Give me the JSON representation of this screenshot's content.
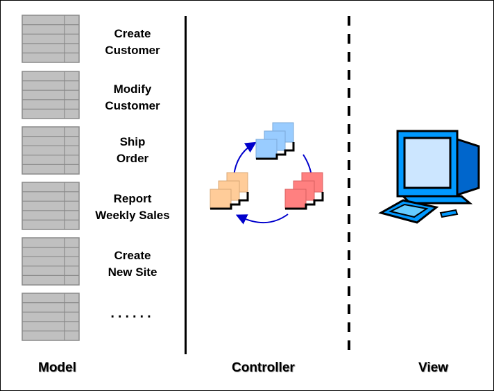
{
  "model": {
    "operations": [
      {
        "line1": "Create",
        "line2": "Customer"
      },
      {
        "line1": "Modify",
        "line2": "Customer"
      },
      {
        "line1": "Ship",
        "line2": "Order"
      },
      {
        "line1": "Report",
        "line2": "Weekly Sales"
      },
      {
        "line1": "Create",
        "line2": "New Site"
      }
    ],
    "ellipsis": "......"
  },
  "labels": {
    "model": "Model",
    "controller": "Controller",
    "view": "View"
  },
  "colors": {
    "table_fill": "#c0c0c0",
    "table_line": "#8a8a8a",
    "doc_blue": "#99ccff",
    "doc_peach": "#ffcc99",
    "doc_pink": "#ff8080",
    "cycle_arrow": "#0000cc",
    "monitor_blue": "#0099ff"
  }
}
